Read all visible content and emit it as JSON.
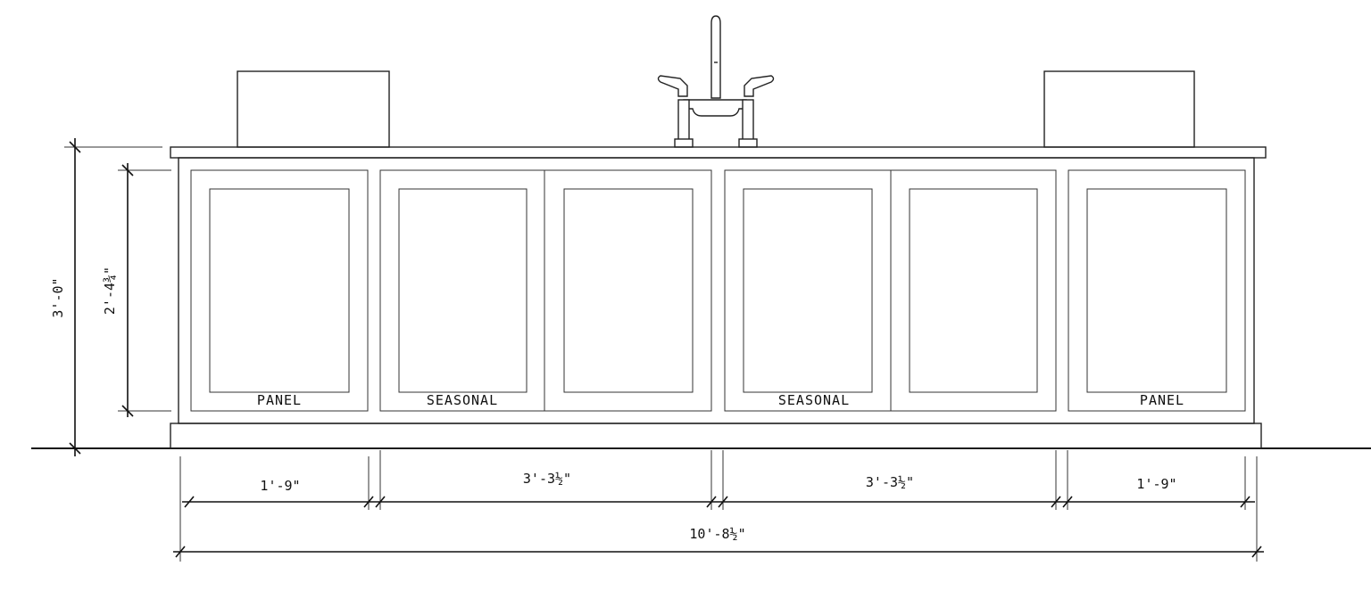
{
  "door_labels": [
    "PANEL",
    "SEASONAL",
    "SEASONAL",
    "PANEL"
  ],
  "dimensions": {
    "overall_height": "3'-0\"",
    "door_height": "2'-4¾\"",
    "section_1": "1'-9\"",
    "section_2": "3'-3½\"",
    "section_3": "3'-3½\"",
    "section_4": "1'-9\"",
    "overall_width": "10'-8½\""
  }
}
